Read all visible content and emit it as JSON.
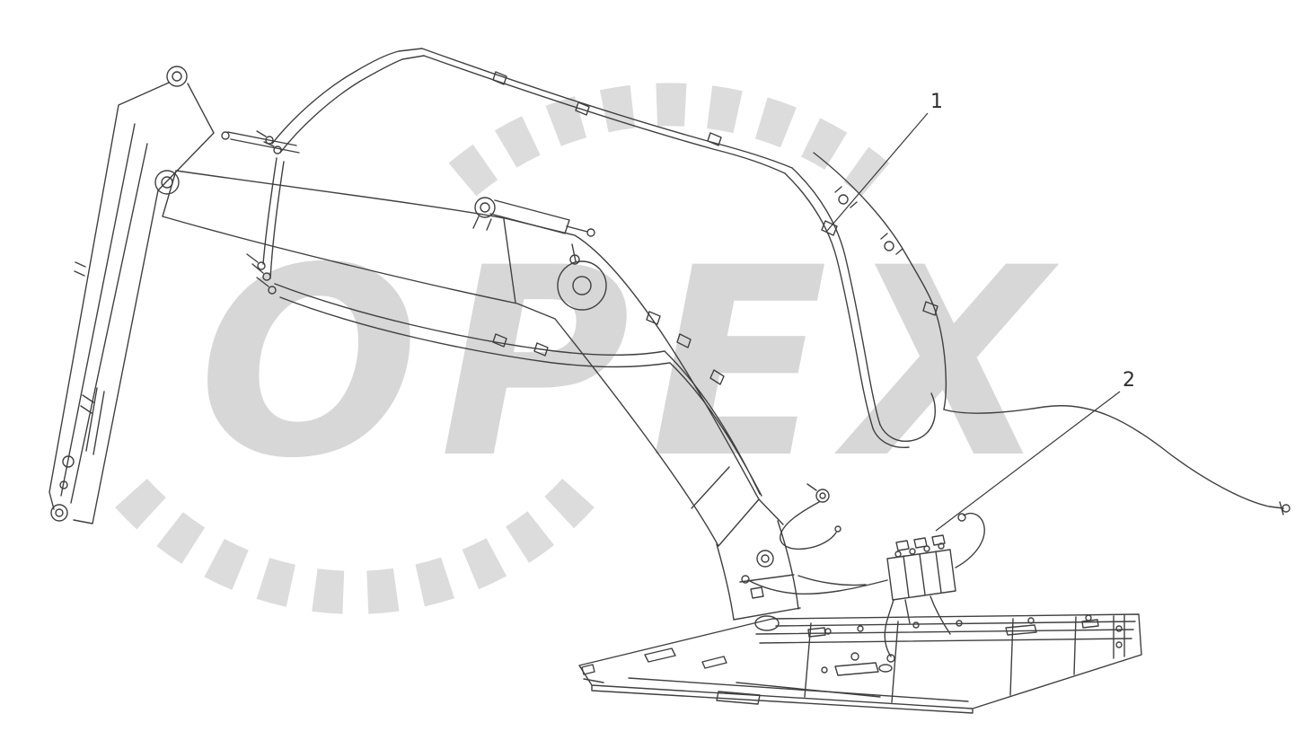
{
  "watermark": {
    "text": "OPEX"
  },
  "diagram": {
    "callouts": [
      {
        "label": "1"
      },
      {
        "label": "2"
      }
    ]
  },
  "colors": {
    "background": "#ffffff",
    "line": "#404040",
    "watermark": "#d9d9d9",
    "callout_text": "#2e2e2e"
  }
}
